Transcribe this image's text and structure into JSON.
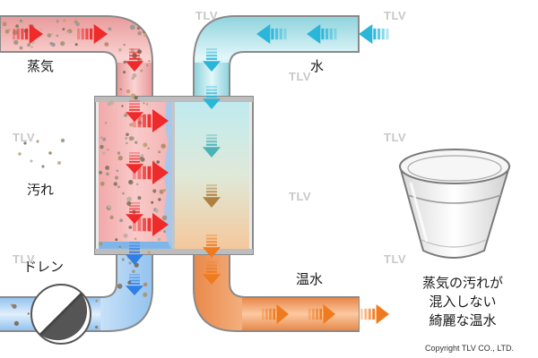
{
  "labels": {
    "steam": "蒸気",
    "water": "水",
    "dirt": "汚れ",
    "drain": "ドレン",
    "hot_water": "温水",
    "result_lines": [
      "蒸気の汚れが",
      "混入しない",
      "綺麗な温水"
    ]
  },
  "watermark": "TLV",
  "copyright": "Copyright TLV CO., LTD.",
  "colors": {
    "steam": "#f4b1b1",
    "steam_arrow": "#ee2a2a",
    "water": "#bfe9ee",
    "water_arrow": "#29b6d9",
    "hot_water": "#f2a366",
    "hot_water_arrow": "#f07a1e",
    "drain_water": "#b9d9f6",
    "drain_arrow": "#2f7fe8",
    "pipe_outline": "#8a8a8a"
  },
  "icons": [
    "steam-flow-arrow-icon",
    "water-flow-arrow-icon",
    "hot-water-flow-arrow-icon",
    "drain-flow-arrow-icon",
    "steam-trap-valve-icon",
    "water-glass-icon"
  ]
}
